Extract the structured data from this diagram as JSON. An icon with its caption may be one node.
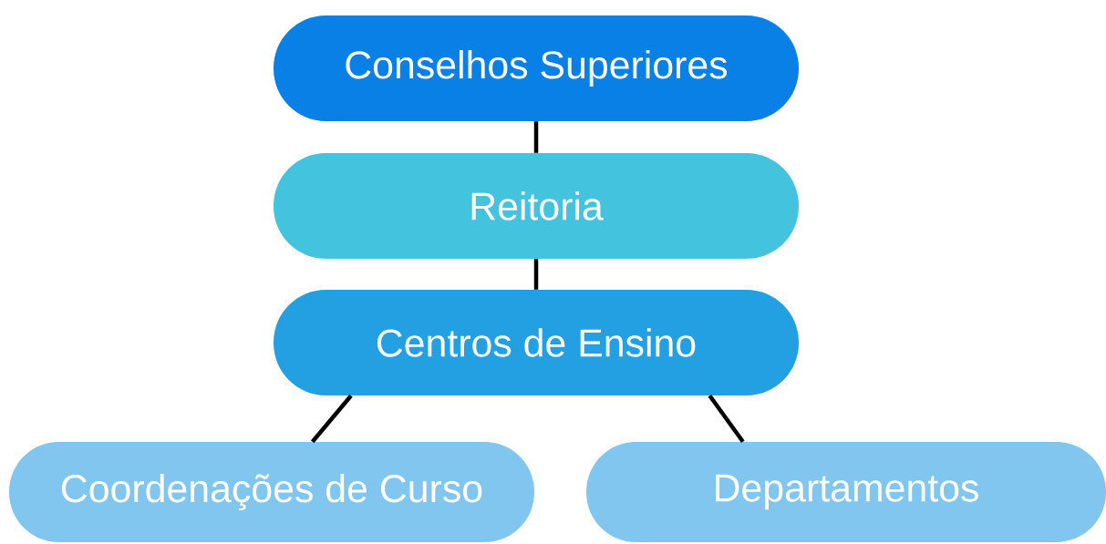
{
  "diagram": {
    "nodes": [
      {
        "text": [
          "Conselhos Superiores"
        ]
      },
      {
        "text": [
          "Reitoria"
        ]
      },
      {
        "text": [
          "Centros de Ensino"
        ]
      },
      {
        "text": [
          "Coordenações de Curso"
        ]
      },
      {
        "text": [
          "Departamentos"
        ]
      }
    ],
    "edges": [
      {
        "from": 0,
        "to": 1,
        "arrow": "none"
      },
      {
        "from": 1,
        "to": 2,
        "arrow": "none"
      },
      {
        "from": 2,
        "to": 3,
        "arrow": "none"
      },
      {
        "from": 2,
        "to": 4,
        "arrow": "none"
      }
    ]
  }
}
